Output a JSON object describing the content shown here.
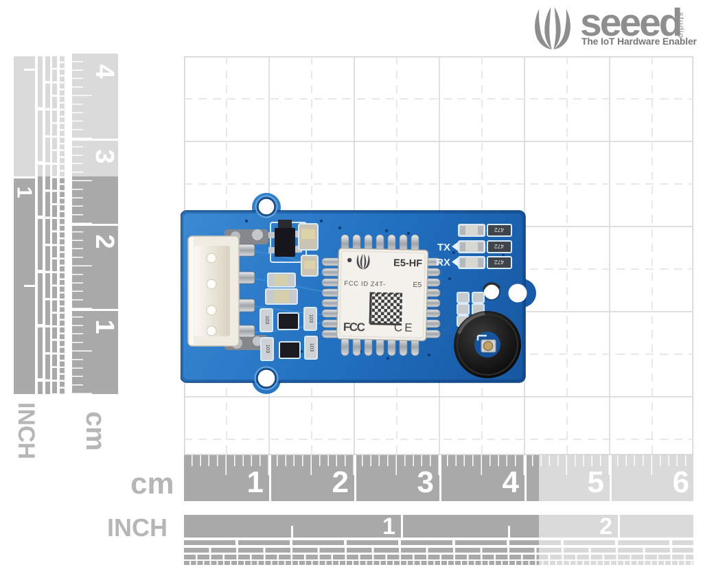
{
  "logo": {
    "brand": "seeed",
    "studio": "studio",
    "tagline": "The IoT Hardware Enabler"
  },
  "rulers": {
    "cm_label": "cm",
    "inch_label": "INCH",
    "bottom_cm_numbers": [
      "1",
      "2",
      "3",
      "4",
      "5",
      "6"
    ],
    "bottom_inch_numbers": [
      "1",
      "2"
    ],
    "left_cm_numbers": [
      "4",
      "3",
      "2",
      "1"
    ],
    "left_inch_number": "1"
  },
  "pcb": {
    "silkscreen": {
      "tx": "TX",
      "rx": "RX",
      "resistor_472": "472",
      "resistor_103": "103"
    },
    "module": {
      "name": "E5-HF",
      "fcc_line": "FCC ID Z4T-",
      "fcc_suffix": "E5",
      "fcc_mark": "FCC",
      "ce_mark": "CE"
    }
  },
  "colors": {
    "board_blue": "#1f68b5",
    "ruler_dark": "#a9a9a9",
    "ruler_light": "#dadada",
    "logo_gray": "#8e8e8e"
  }
}
